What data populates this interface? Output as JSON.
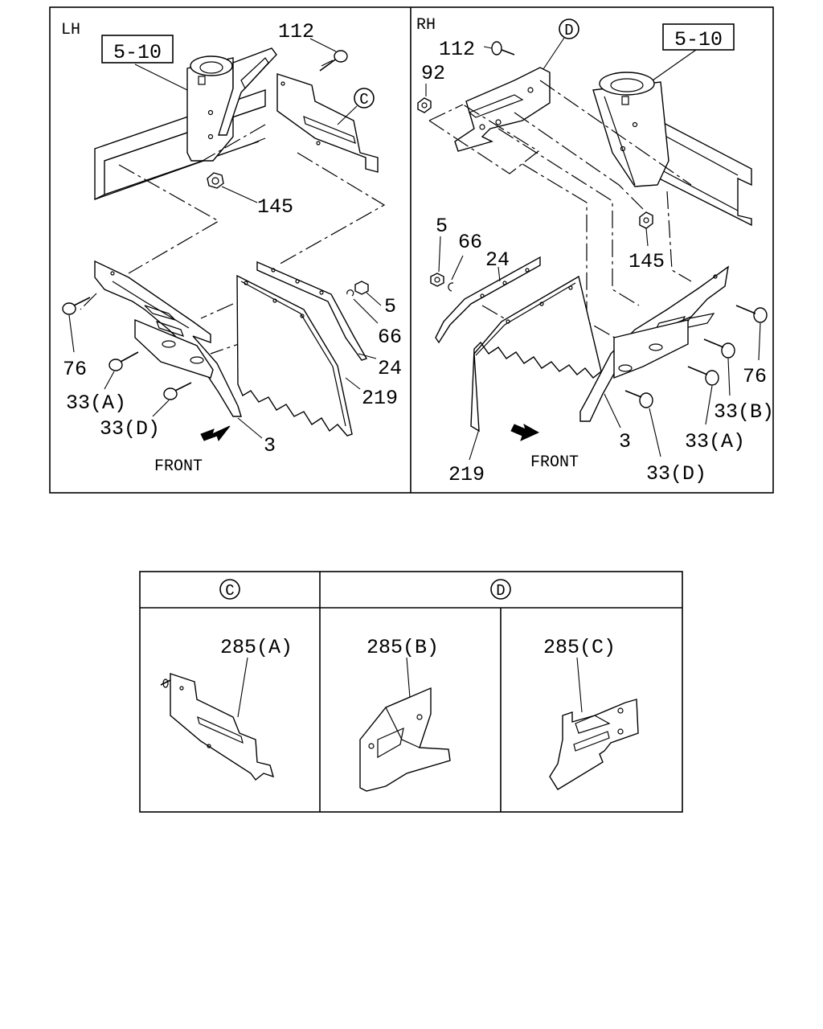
{
  "panels": {
    "lh": {
      "side": "LH",
      "ref": "5-10",
      "front": "FRONT",
      "parts": {
        "p112": "112",
        "p145": "145",
        "p5": "5",
        "p66": "66",
        "p24": "24",
        "p219": "219",
        "p76": "76",
        "p33a": "33(A)",
        "p33d": "33(D)",
        "p3": "3",
        "c": "C"
      }
    },
    "rh": {
      "side": "RH",
      "ref": "5-10",
      "front": "FRONT",
      "parts": {
        "p112": "112",
        "p92": "92",
        "p5": "5",
        "p66": "66",
        "p24": "24",
        "p145": "145",
        "p76": "76",
        "p33b": "33(B)",
        "p33a": "33(A)",
        "p33d": "33(D)",
        "p3": "3",
        "p219": "219",
        "d": "D"
      }
    }
  },
  "variant_table": {
    "headers": [
      "C",
      "D"
    ],
    "cells": [
      {
        "label": "285(A)"
      },
      {
        "label": "285(B)"
      },
      {
        "label": "285(C)"
      }
    ]
  }
}
